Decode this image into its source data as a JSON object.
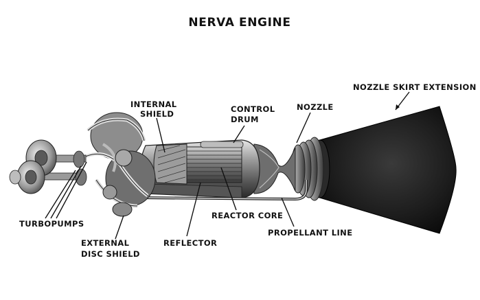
{
  "title": "NERVA ENGINE",
  "labels": {
    "nozzle_skirt_extension": "NOZZLE SKIRT EXTENSION",
    "internal_shield_1": "INTERNAL",
    "internal_shield_2": "SHIELD",
    "control_drum_1": "CONTROL",
    "control_drum_2": "DRUM",
    "nozzle": "NOZZLE",
    "turbopumps": "TURBOPUMPS",
    "reactor_core": "REACTOR CORE",
    "propellant_line": "PROPELLANT LINE",
    "external_disc_shield_1": "EXTERNAL",
    "external_disc_shield_2": "DISC SHIELD",
    "reflector": "REFLECTOR"
  }
}
